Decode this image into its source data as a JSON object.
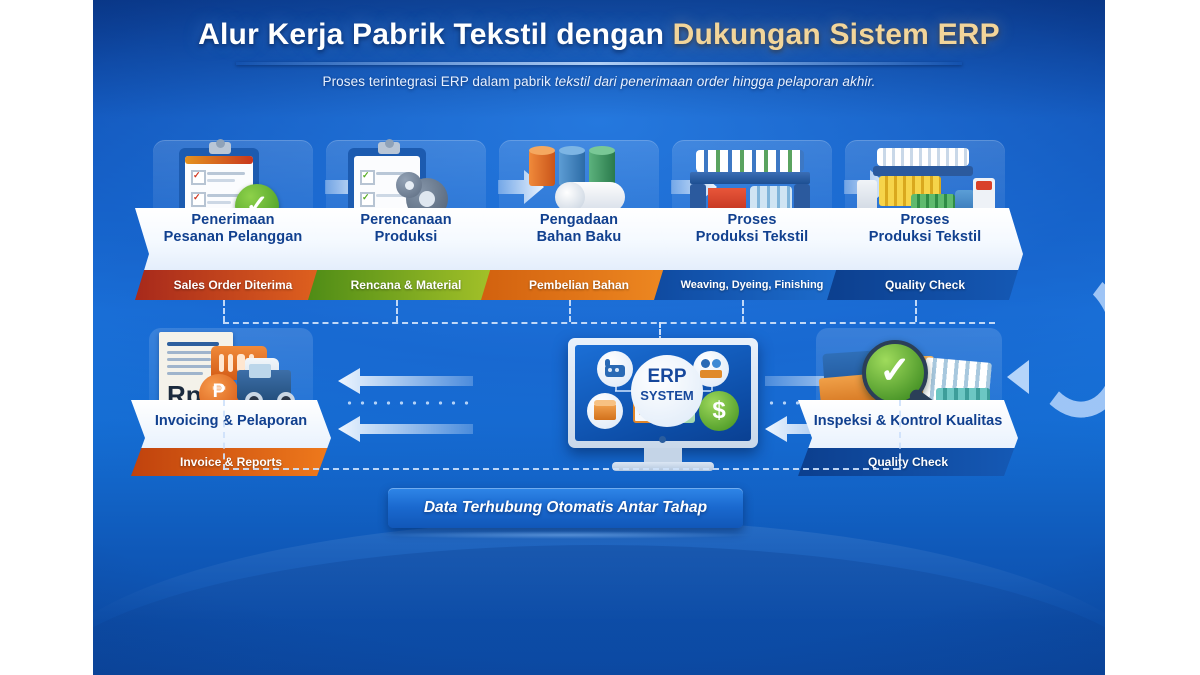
{
  "header": {
    "title_main": "Alur Kerja Pabrik Tekstil dengan ",
    "title_accent": "Dukungan Sistem ERP",
    "subtitle_plain": "Proses terintegrasi ERP dalam pabrik ",
    "subtitle_italic": "tekstil dari penerimaan order hingga pelaporan akhir."
  },
  "steps": [
    {
      "title_line1": "Penerimaan",
      "title_line2": "Pesanan Pelanggan",
      "ribbon": "Sales Order Diterima",
      "ribbon_color": "#a7291b",
      "ribbon_color2": "#e2641f",
      "icon": "clipboard-check-icon"
    },
    {
      "title_line1": "Perencanaan",
      "title_line2": "Produksi",
      "ribbon": "Rencana & Material",
      "ribbon_color": "#4f8c16",
      "ribbon_color2": "#a8c42a",
      "icon": "clipboard-gear-icon"
    },
    {
      "title_line1": "Pengadaan",
      "title_line2": "Bahan Baku",
      "ribbon": "Pembelian Bahan",
      "ribbon_color": "#d2610f",
      "ribbon_color2": "#ef8a22",
      "icon": "yarn-pallet-icon"
    },
    {
      "title_line1": "Proses",
      "title_line2": "Produksi Tekstil",
      "ribbon": "Weaving, Dyeing, Finishing",
      "ribbon_color": "#0f4aa0",
      "ribbon_color2": "#1e6fd0",
      "icon": "weaving-machine-icon"
    },
    {
      "title_line1": "Proses",
      "title_line2": "Produksi Tekstil",
      "ribbon": "Quality Check",
      "ribbon_color": "#0c3f8e",
      "ribbon_color2": "#1559b5",
      "icon": "dyeing-machine-icon"
    }
  ],
  "bottom": {
    "invoicing": {
      "title": "Invoicing & Pelaporan",
      "ribbon": "Invoice & Reports",
      "ribbon_color": "#c0420d",
      "ribbon_color2": "#ef7a1c",
      "currency_symbol": "Rp",
      "icon": "invoice-truck-icon"
    },
    "quality": {
      "title": "Inspeksi & Kontrol Kualitas",
      "ribbon": "Quality Check",
      "ribbon_color": "#0c3f8e",
      "ribbon_color2": "#1559b5",
      "icon": "fabric-magnifier-check-icon"
    }
  },
  "erp": {
    "line1": "ERP",
    "line2": "SYSTEM",
    "icons": [
      "factory-icon",
      "people-gear-icon",
      "box-icon",
      "dollar-icon",
      "list-icon",
      "chart-icon"
    ]
  },
  "banner": {
    "text": "Data Terhubung Otomatis Antar Tahap"
  },
  "colors": {
    "bg_deep": "#0a3d96",
    "bg_mid": "#1570d6",
    "accent_gold": "#f2d59a",
    "card_text": "#11408f",
    "arrow": "#eaf4ff"
  }
}
